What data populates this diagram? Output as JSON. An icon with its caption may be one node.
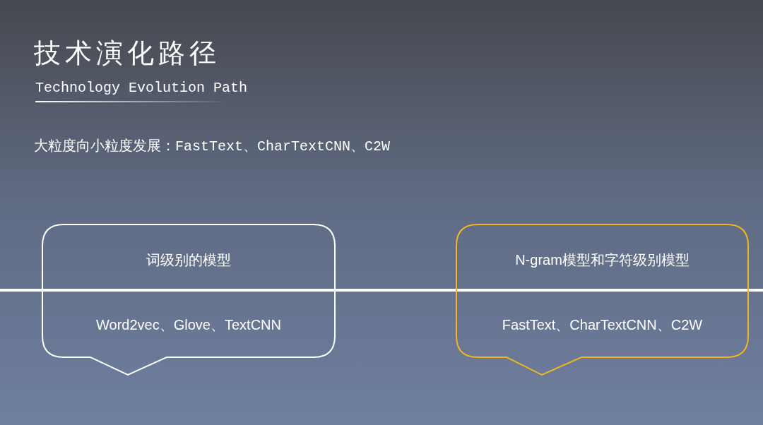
{
  "diagram": {
    "title": "技术演化路径",
    "nodes": [
      {
        "text": [
          "词级别的模型",
          "Word2vec、Glove、TextCNN"
        ]
      },
      {
        "text": [
          "N-gram模型和字符级别模型",
          "FastText、CharTextCNN、C2W"
        ]
      }
    ],
    "labels": [
      "Technology Evolution Path",
      "大粒度向小粒度发展：FastText、CharTextCNN、C2W"
    ]
  }
}
